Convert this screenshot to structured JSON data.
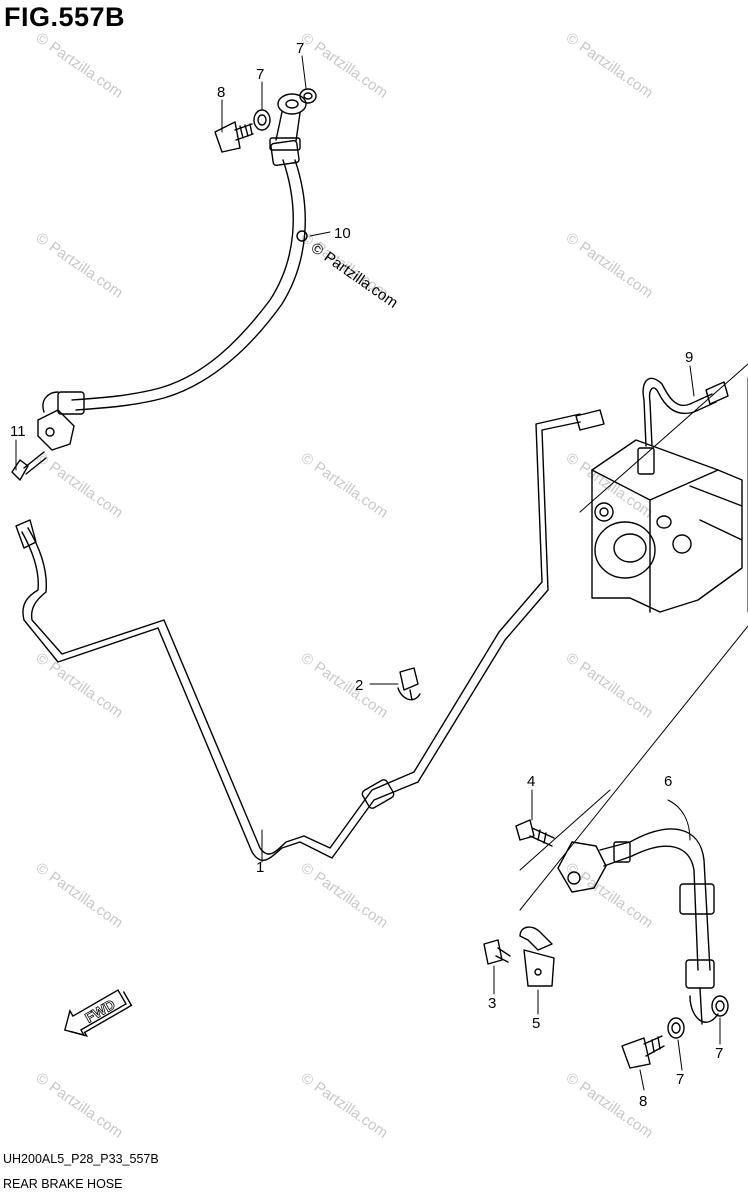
{
  "figure": {
    "title": "FIG.557B",
    "code": "UH200AL5_P28_P33_557B",
    "name": "REAR BRAKE HOSE"
  },
  "callouts": {
    "c1": "1",
    "c2": "2",
    "c3": "3",
    "c4": "4",
    "c5": "5",
    "c6": "6",
    "c7a": "7",
    "c7b": "7",
    "c7c": "7",
    "c7d": "7",
    "c8a": "8",
    "c8b": "8",
    "c9": "9",
    "c10": "10",
    "c11": "11"
  },
  "fwd_label": "FWD",
  "watermark": {
    "text": "Partzilla.com",
    "symbol": "©"
  }
}
